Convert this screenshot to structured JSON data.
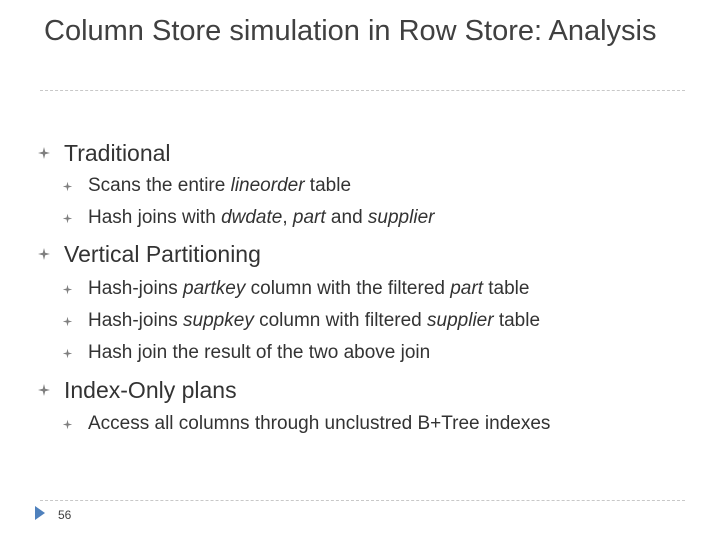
{
  "slide": {
    "title": "Column Store simulation in Row Store: Analysis",
    "page_number": "56",
    "bullet_icon": "cross-bullet-icon",
    "sections": [
      {
        "heading": "Traditional",
        "items": [
          [
            "Scans the entire ",
            "lineorder",
            " table"
          ],
          [
            "Hash joins with ",
            "dwdate",
            ", ",
            "part",
            " and ",
            "supplier"
          ]
        ]
      },
      {
        "heading": "Vertical Partitioning",
        "items": [
          [
            "Hash-joins ",
            "partkey",
            " column with the filtered ",
            "part",
            " table"
          ],
          [
            "Hash-joins ",
            "suppkey",
            " column with filtered ",
            "supplier",
            " table"
          ],
          [
            "Hash join the result of the two above join"
          ]
        ]
      },
      {
        "heading": "Index-Only plans",
        "items": [
          [
            "Access all columns through unclustred B+Tree indexes"
          ]
        ]
      }
    ]
  },
  "colors": {
    "text": "#333333",
    "title": "#404040",
    "bullet": "#7f7f7f",
    "accent": "#4f81bd",
    "rule": "#c8c8c8"
  }
}
